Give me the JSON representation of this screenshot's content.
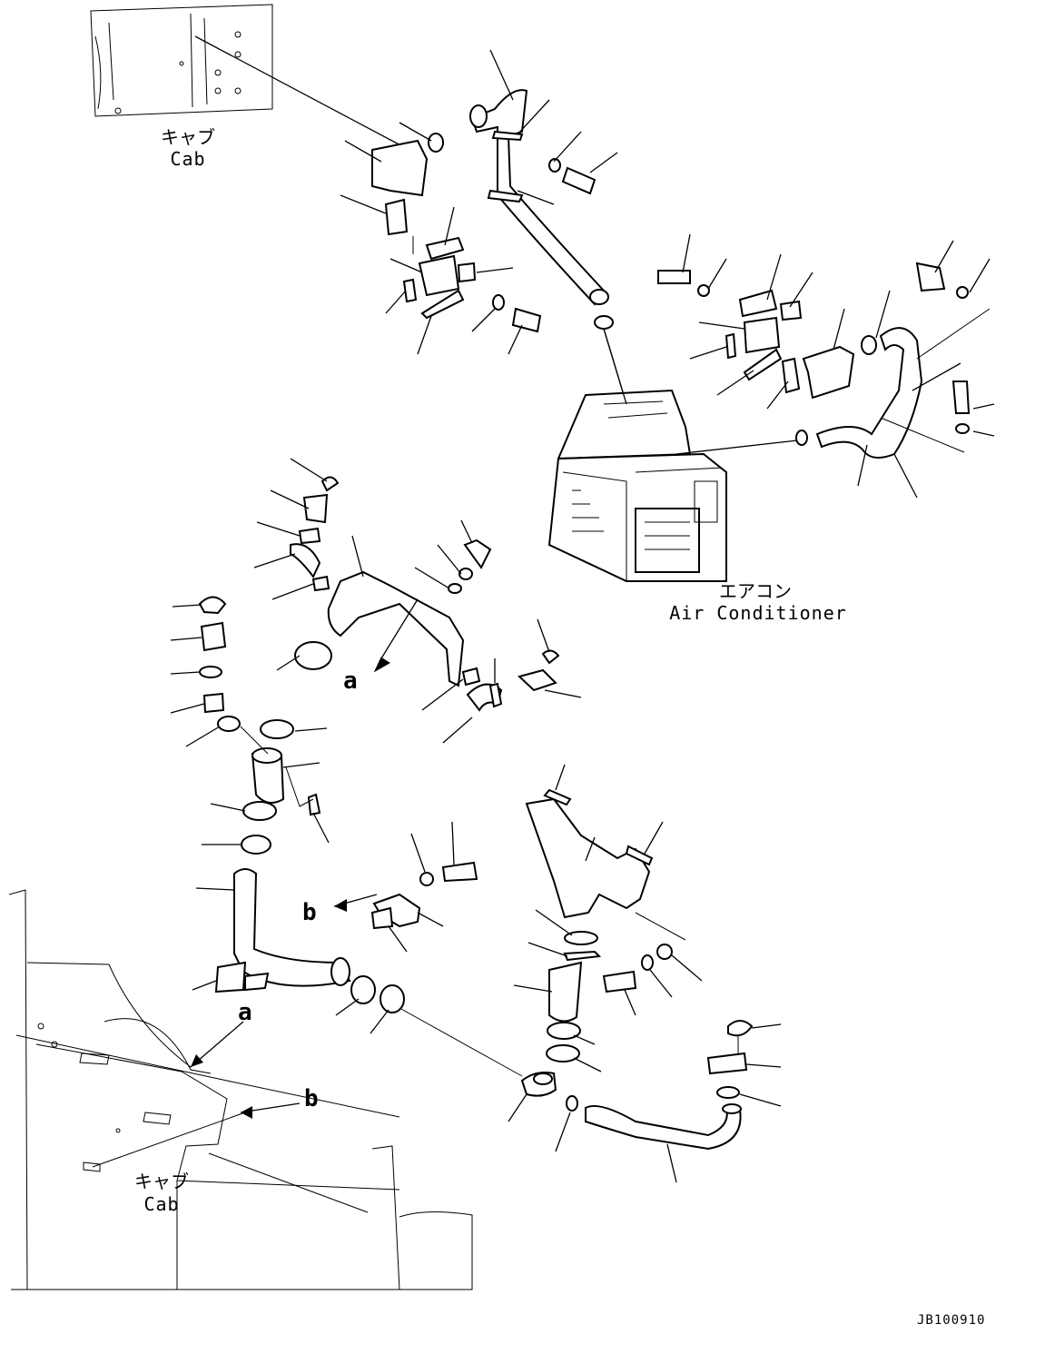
{
  "labels": {
    "cab_top_jp": "キャブ",
    "cab_top_en": "Cab",
    "aircon_jp": "エアコン",
    "aircon_en": "Air Conditioner",
    "cab_bottom_jp": "キャブ",
    "cab_bottom_en": "Cab"
  },
  "callouts": {
    "a_upper": "a",
    "b_upper": "b",
    "a_lower": "a",
    "b_lower": "b"
  },
  "drawing_code": "JB100910"
}
